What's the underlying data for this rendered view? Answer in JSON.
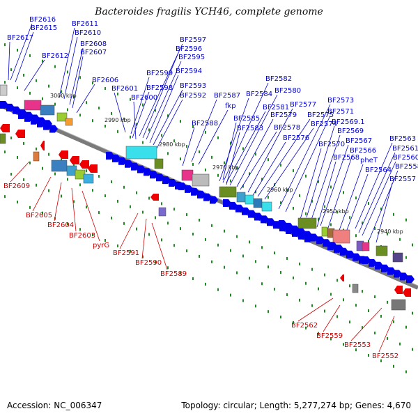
{
  "title": "Bacteroides fragilis YCH46, complete genome",
  "footer": {
    "accession": "Accession: NC_006347",
    "summary": "Topology: circular; Length: 5,277,274 bp; Genes: 4,670"
  },
  "colors": {
    "forward_label": "#0000cc",
    "reverse_label": "#cc0000",
    "forward_gene": "#0000ee",
    "reverse_gene": "#ee0000",
    "backbone": "#777777",
    "scale_dot": "#228822"
  },
  "ticks": [
    "3000 kbp",
    "2990 kbp",
    "2980 kbp",
    "2970 kbp",
    "2960 kbp",
    "2950 kbp",
    "2940 kbp"
  ],
  "forward_labels": [
    "BF2616",
    "BF2615",
    "BF2617",
    "BF2611",
    "BF2610",
    "BF2608",
    "BF2607",
    "BF2612",
    "BF2606",
    "BF2597",
    "BF2596",
    "BF2595",
    "BF2599",
    "BF2594",
    "BF2598",
    "BF2593",
    "BF2601",
    "BF2600",
    "BF2592",
    "BF2587",
    "fkp",
    "BF2588",
    "BF2582",
    "BF2584",
    "BF2580",
    "BF2581",
    "BF2585",
    "BF2583",
    "BF2579",
    "BF2578",
    "BF2577",
    "BF2575",
    "BF2574",
    "BF2576",
    "BF2573",
    "BF2571",
    "BF2569.1",
    "BF2569",
    "BF2570",
    "BF2567",
    "BF2566",
    "BF2568",
    "pheT",
    "BF2563",
    "BF2561",
    "BF2564",
    "BF2560",
    "BF2558",
    "BF2557"
  ],
  "reverse_labels": [
    "BF2609",
    "BF2605",
    "BF2604",
    "BF2603",
    "pyrG",
    "BF2591",
    "BF2590",
    "BF2589",
    "BF2562",
    "BF2559",
    "BF2553",
    "BF2552"
  ]
}
